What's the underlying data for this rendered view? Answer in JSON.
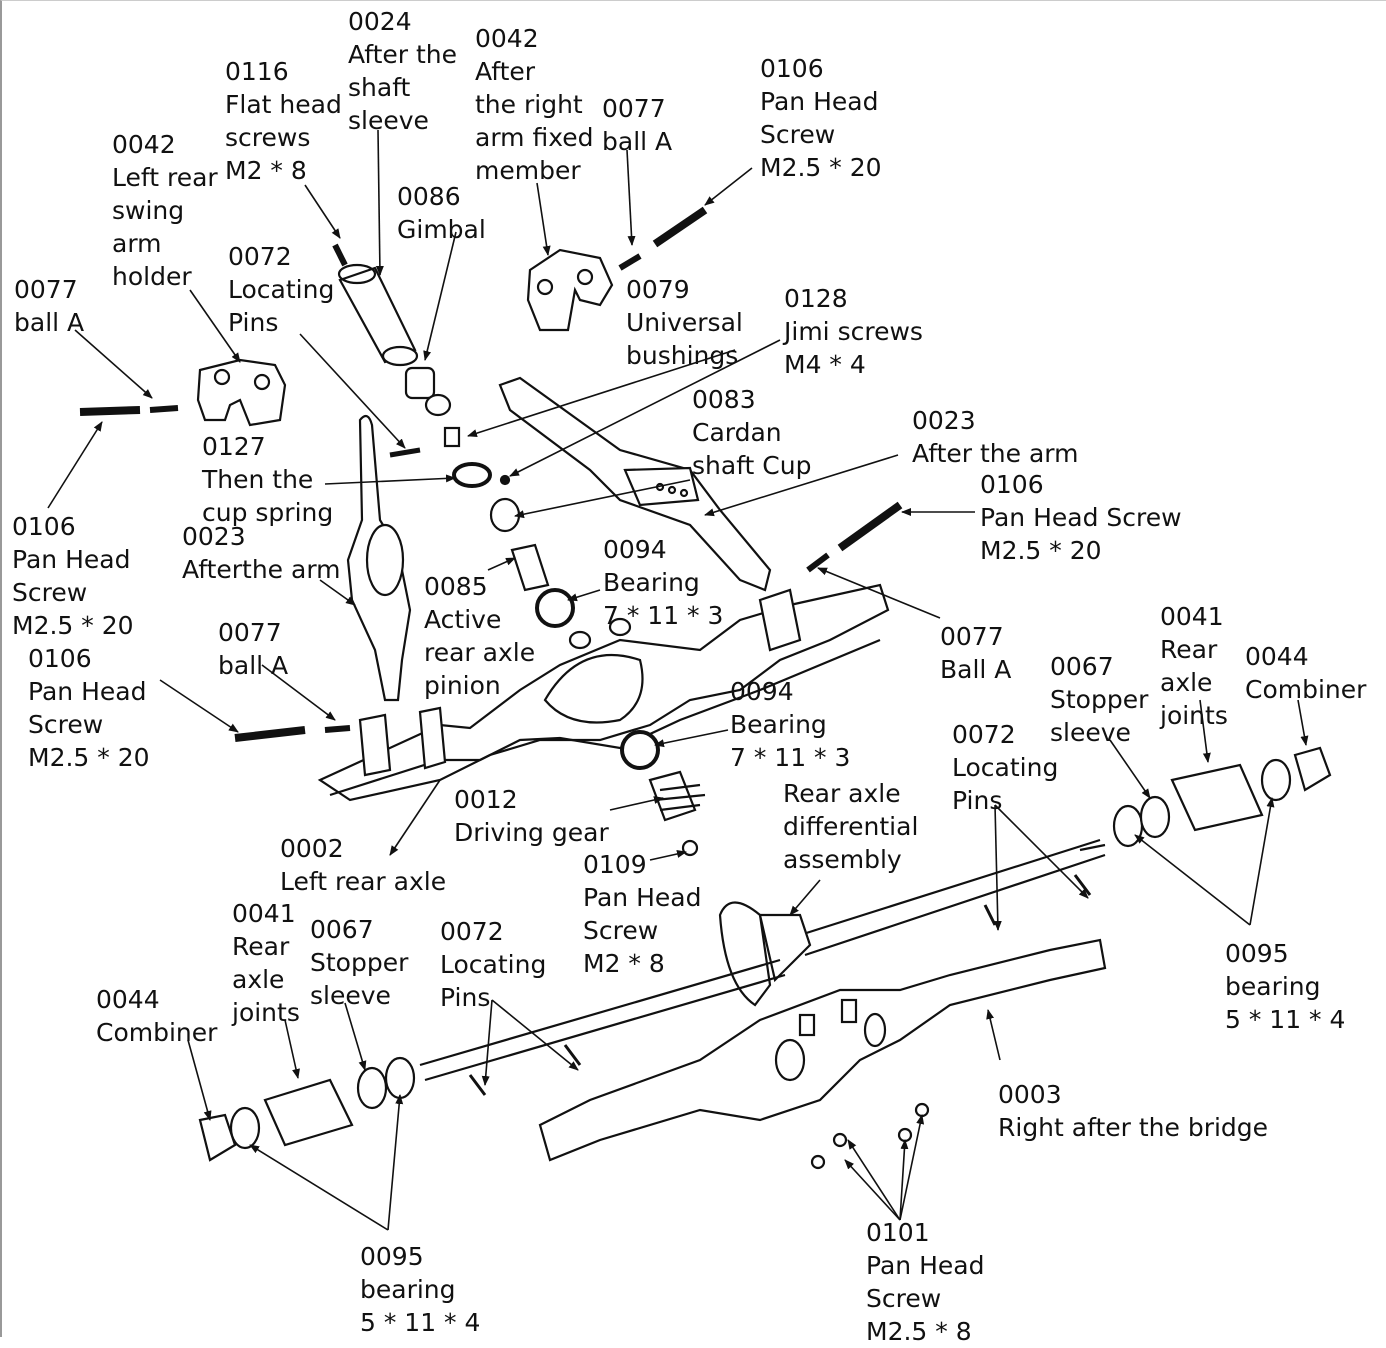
{
  "labels": [
    {
      "id": "l0024",
      "lines": [
        "0024",
        "After the",
        "shaft",
        "sleeve"
      ]
    },
    {
      "id": "l0042b",
      "lines": [
        "0042",
        "After",
        "the right",
        "arm fixed",
        "member"
      ]
    },
    {
      "id": "l0116",
      "lines": [
        "0116",
        "Flat head",
        "screws",
        "M2 * 8"
      ]
    },
    {
      "id": "l0077a",
      "lines": [
        "0077",
        "ball A"
      ]
    },
    {
      "id": "l0106a",
      "lines": [
        "0106",
        "Pan Head",
        "Screw",
        "M2.5 * 20"
      ]
    },
    {
      "id": "l0042a",
      "lines": [
        "0042",
        "Left rear",
        "swing",
        "arm",
        "holder"
      ]
    },
    {
      "id": "l0086",
      "lines": [
        "0086",
        "Gimbal"
      ]
    },
    {
      "id": "l0072a",
      "lines": [
        "0072",
        "Locating",
        "Pins"
      ]
    },
    {
      "id": "l0079",
      "lines": [
        "0079",
        "Universal",
        "bushings"
      ]
    },
    {
      "id": "l0128",
      "lines": [
        "0128",
        "Jimi screws",
        "M4 * 4"
      ]
    },
    {
      "id": "l0077b",
      "lines": [
        "0077",
        "ball A"
      ]
    },
    {
      "id": "l0083",
      "lines": [
        "0083",
        "Cardan",
        "shaft Cup"
      ]
    },
    {
      "id": "l0127",
      "lines": [
        "0127",
        "Then the",
        "cup spring"
      ]
    },
    {
      "id": "l0023a",
      "lines": [
        "0023",
        "After the arm"
      ]
    },
    {
      "id": "l0106b",
      "lines": [
        "0106",
        "Pan Head Screw",
        "M2.5 * 20"
      ]
    },
    {
      "id": "l0106c",
      "lines": [
        "0106",
        "Pan Head",
        "Screw",
        "M2.5 * 20"
      ]
    },
    {
      "id": "l0023b",
      "lines": [
        "0023",
        "Afterthe arm"
      ]
    },
    {
      "id": "l0094a",
      "lines": [
        "0094",
        "Bearing",
        "7 * 11 * 3"
      ]
    },
    {
      "id": "l0085",
      "lines": [
        "0085",
        "Active",
        "rear axle",
        "pinion"
      ]
    },
    {
      "id": "l0041a",
      "lines": [
        "0041",
        "Rear",
        "axle",
        "joints"
      ]
    },
    {
      "id": "l0044a",
      "lines": [
        "0044",
        "Combiner"
      ]
    },
    {
      "id": "l0077c",
      "lines": [
        "0077",
        "ball A"
      ]
    },
    {
      "id": "l0077d",
      "lines": [
        "0077",
        "Ball A"
      ]
    },
    {
      "id": "l0067a",
      "lines": [
        "0067",
        "Stopper",
        "sleeve"
      ]
    },
    {
      "id": "l0106d",
      "lines": [
        "0106",
        "Pan Head",
        "Screw",
        "M2.5 * 20"
      ]
    },
    {
      "id": "l0094b",
      "lines": [
        "0094",
        "Bearing",
        "7 * 11 * 3"
      ]
    },
    {
      "id": "l0072b",
      "lines": [
        "0072",
        "Locating",
        "Pins"
      ]
    },
    {
      "id": "l0012",
      "lines": [
        "0012",
        "Driving gear"
      ]
    },
    {
      "id": "lrad",
      "lines": [
        "Rear axle",
        "differential",
        "assembly"
      ]
    },
    {
      "id": "l0002",
      "lines": [
        "0002",
        "Left rear axle"
      ]
    },
    {
      "id": "l0109",
      "lines": [
        "0109",
        "Pan Head",
        "Screw",
        "M2 * 8"
      ]
    },
    {
      "id": "l0041b",
      "lines": [
        "0041",
        "Rear",
        "axle",
        "joints"
      ]
    },
    {
      "id": "l0067b",
      "lines": [
        "0067",
        "Stopper",
        "sleeve"
      ]
    },
    {
      "id": "l0072c",
      "lines": [
        "0072",
        "Locating",
        "Pins"
      ]
    },
    {
      "id": "l0044b",
      "lines": [
        "0044",
        "Combiner"
      ]
    },
    {
      "id": "l0095a",
      "lines": [
        "0095",
        "bearing",
        "5 * 11 * 4"
      ]
    },
    {
      "id": "l0003",
      "lines": [
        "0003",
        "Right after the bridge"
      ]
    },
    {
      "id": "l0095b",
      "lines": [
        "0095",
        "bearing",
        "5 * 11 * 4"
      ]
    },
    {
      "id": "l0101",
      "lines": [
        "0101",
        "Pan Head",
        "Screw",
        "M2.5 * 8"
      ]
    }
  ]
}
